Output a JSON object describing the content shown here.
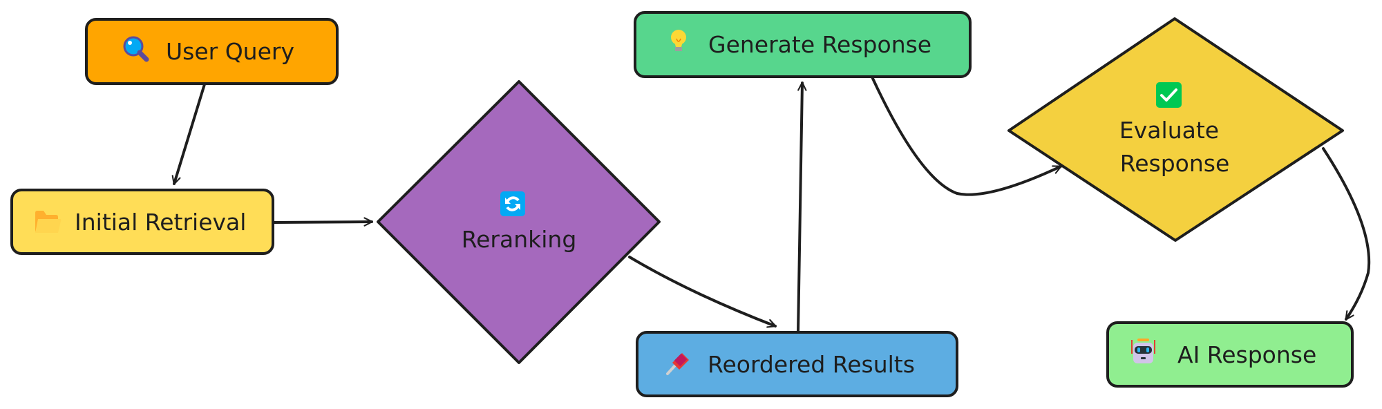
{
  "diagram": {
    "nodes": [
      {
        "id": "user-query",
        "label": "User Query",
        "icon": "magnifier-icon",
        "shape": "rect",
        "fill": "#FFA500"
      },
      {
        "id": "initial-retrieval",
        "label": "Initial Retrieval",
        "icon": "folder-icon",
        "shape": "rect",
        "fill": "#FFDD57"
      },
      {
        "id": "reranking",
        "label": "Reranking",
        "icon": "refresh-icon",
        "shape": "diamond",
        "fill": "#A569BD"
      },
      {
        "id": "reordered-results",
        "label": "Reordered Results",
        "icon": "pushpin-icon",
        "shape": "rect",
        "fill": "#5DADE2"
      },
      {
        "id": "generate-response",
        "label": "Generate Response",
        "icon": "lightbulb-icon",
        "shape": "rect",
        "fill": "#57D68D"
      },
      {
        "id": "evaluate-response",
        "label": "Evaluate\nResponse",
        "icon": "check-mark-icon",
        "shape": "diamond",
        "fill": "#F4D03F"
      },
      {
        "id": "ai-response",
        "label": "AI Response",
        "icon": "robot-icon",
        "shape": "rect",
        "fill": "#90EE90"
      }
    ],
    "edges": [
      {
        "from": "user-query",
        "to": "initial-retrieval"
      },
      {
        "from": "initial-retrieval",
        "to": "reranking"
      },
      {
        "from": "reranking",
        "to": "reordered-results"
      },
      {
        "from": "reordered-results",
        "to": "generate-response"
      },
      {
        "from": "generate-response",
        "to": "evaluate-response"
      },
      {
        "from": "evaluate-response",
        "to": "ai-response"
      }
    ],
    "stroke_color": "#1e1e1e"
  },
  "labels": {
    "user_query": "User Query",
    "initial_retrieval": "Initial Retrieval",
    "reranking": "Reranking",
    "reordered_results": "Reordered Results",
    "generate_response": "Generate Response",
    "evaluate_line1": "Evaluate",
    "evaluate_line2": "Response",
    "ai_response": "AI Response"
  }
}
